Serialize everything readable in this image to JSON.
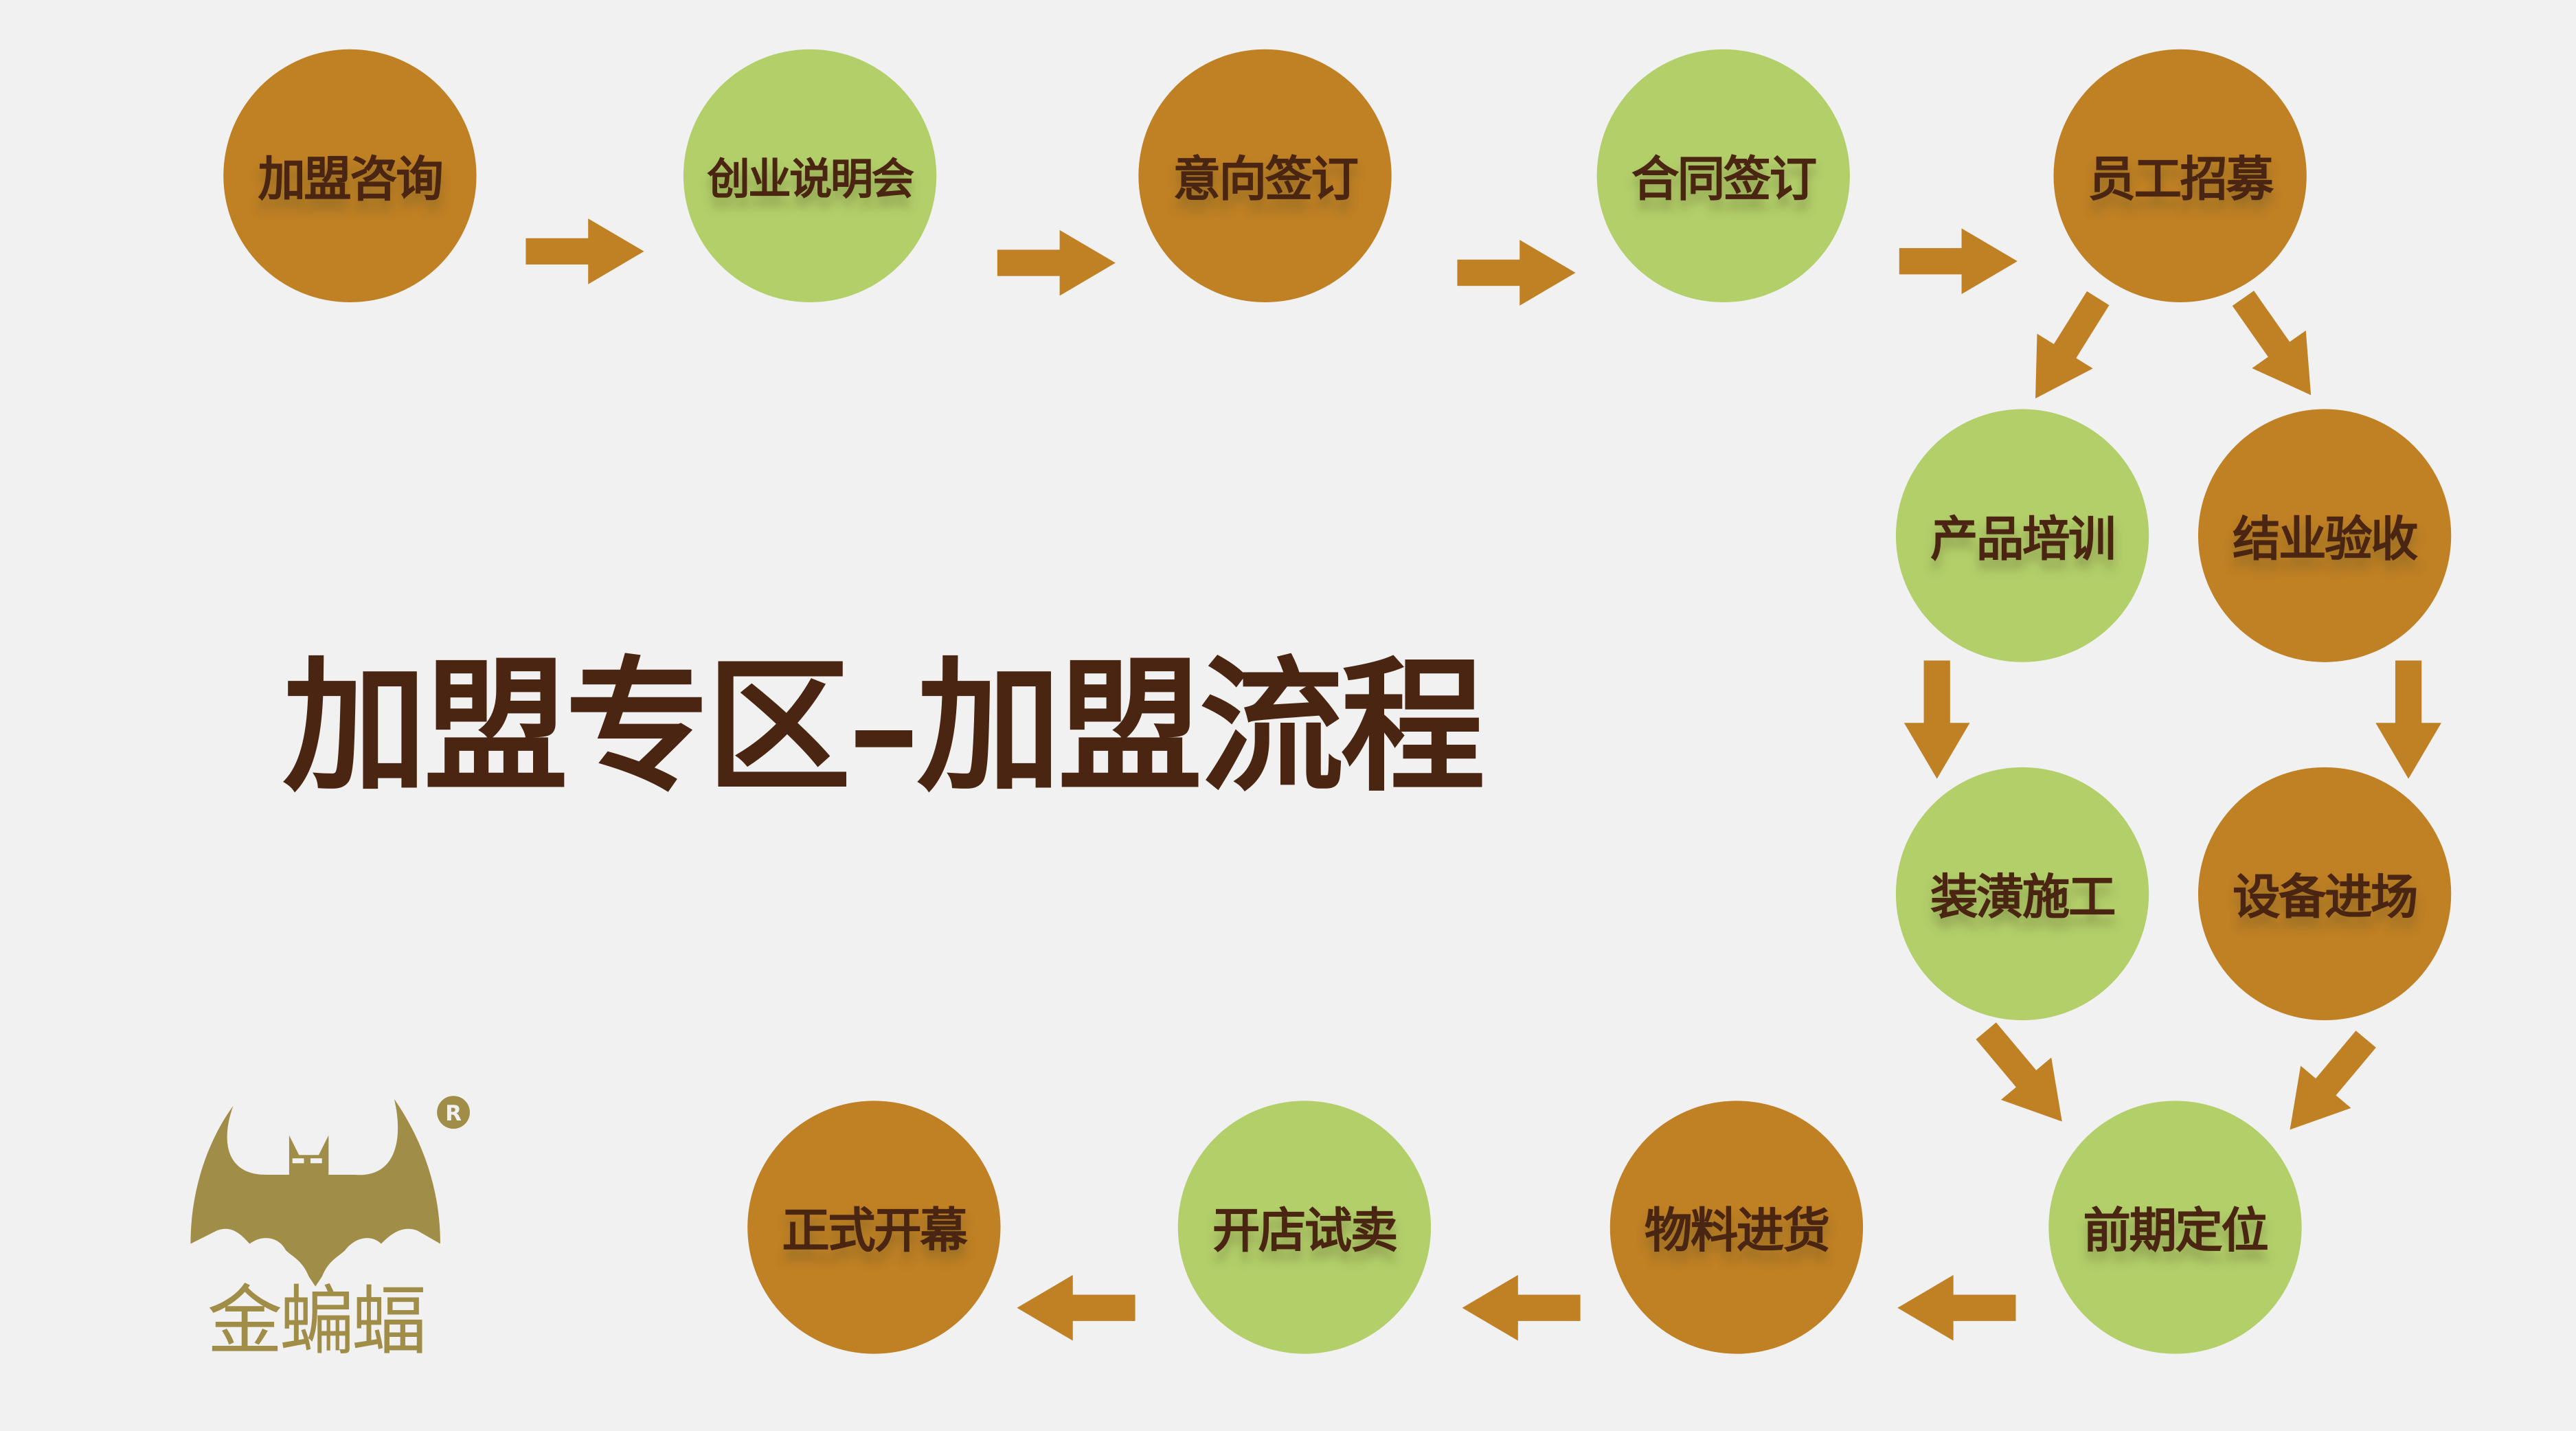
{
  "title": "加盟专区–加盟流程",
  "logo": {
    "brand": "金蝙蝠",
    "registered_mark": "R"
  },
  "colors": {
    "orange": "#c08024",
    "green": "#b3cf6a",
    "text": "#4a2612",
    "logo": "#a08e48",
    "background": "#f1f1f1"
  },
  "steps": [
    {
      "label": "加盟咨询",
      "color": "orange"
    },
    {
      "label": "创业说明会",
      "color": "green"
    },
    {
      "label": "意向签订",
      "color": "orange"
    },
    {
      "label": "合同签订",
      "color": "green"
    },
    {
      "label": "员工招募",
      "color": "orange"
    },
    {
      "label": "产品培训",
      "color": "green"
    },
    {
      "label": "结业验收",
      "color": "orange"
    },
    {
      "label": "装潢施工",
      "color": "green"
    },
    {
      "label": "设备进场",
      "color": "orange"
    },
    {
      "label": "前期定位",
      "color": "green"
    },
    {
      "label": "物料进货",
      "color": "orange"
    },
    {
      "label": "开店试卖",
      "color": "green"
    },
    {
      "label": "正式开幕",
      "color": "orange"
    }
  ]
}
